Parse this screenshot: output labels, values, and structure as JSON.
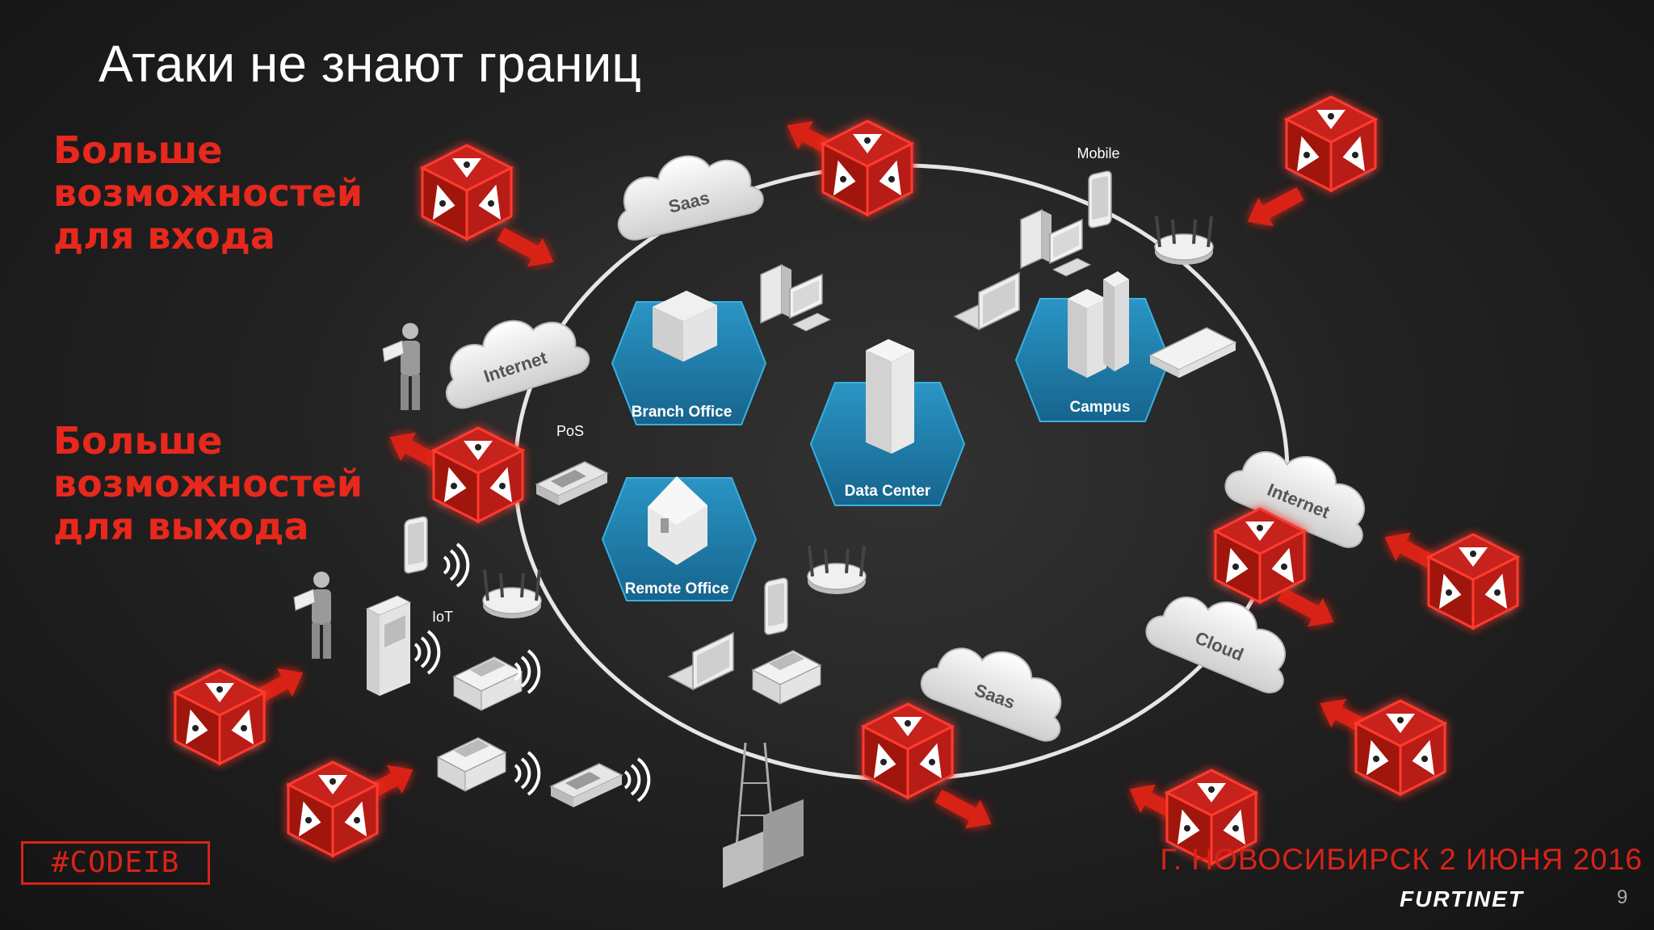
{
  "title": "Атаки не знают границ",
  "left_labels": {
    "entry": [
      "Больше",
      "возможностей",
      "для входа"
    ],
    "exit": [
      "Больше",
      "возможностей",
      "для выхода"
    ]
  },
  "sites": {
    "branch_office": "Branch Office",
    "remote_office": "Remote Office",
    "data_center": "Data Center",
    "campus": "Campus"
  },
  "clouds": {
    "saas_top": "Saas",
    "internet_left": "Internet",
    "internet_right": "Internet",
    "cloud_right": "Cloud",
    "saas_bottom": "Saas"
  },
  "device_labels": {
    "pos": "PoS",
    "iot": "IoT",
    "mobile": "Mobile"
  },
  "footer": {
    "hashtag": "#CODEIB",
    "event": "Г. НОВОСИБИРСК 2 ИЮНЯ 2016",
    "brand": "FURTINET",
    "page": "9"
  },
  "colors": {
    "accent_red": "#e8281c",
    "hex_blue": "#1f7fae",
    "ring": "#e6e6e6"
  },
  "icons": [
    "threat-cube-icon",
    "arrow-icon",
    "server-icon",
    "desktop-icon",
    "laptop-icon",
    "router-icon",
    "phone-icon",
    "wifi-icon",
    "printer-icon",
    "kiosk-icon",
    "tower-icon",
    "person-icon"
  ]
}
